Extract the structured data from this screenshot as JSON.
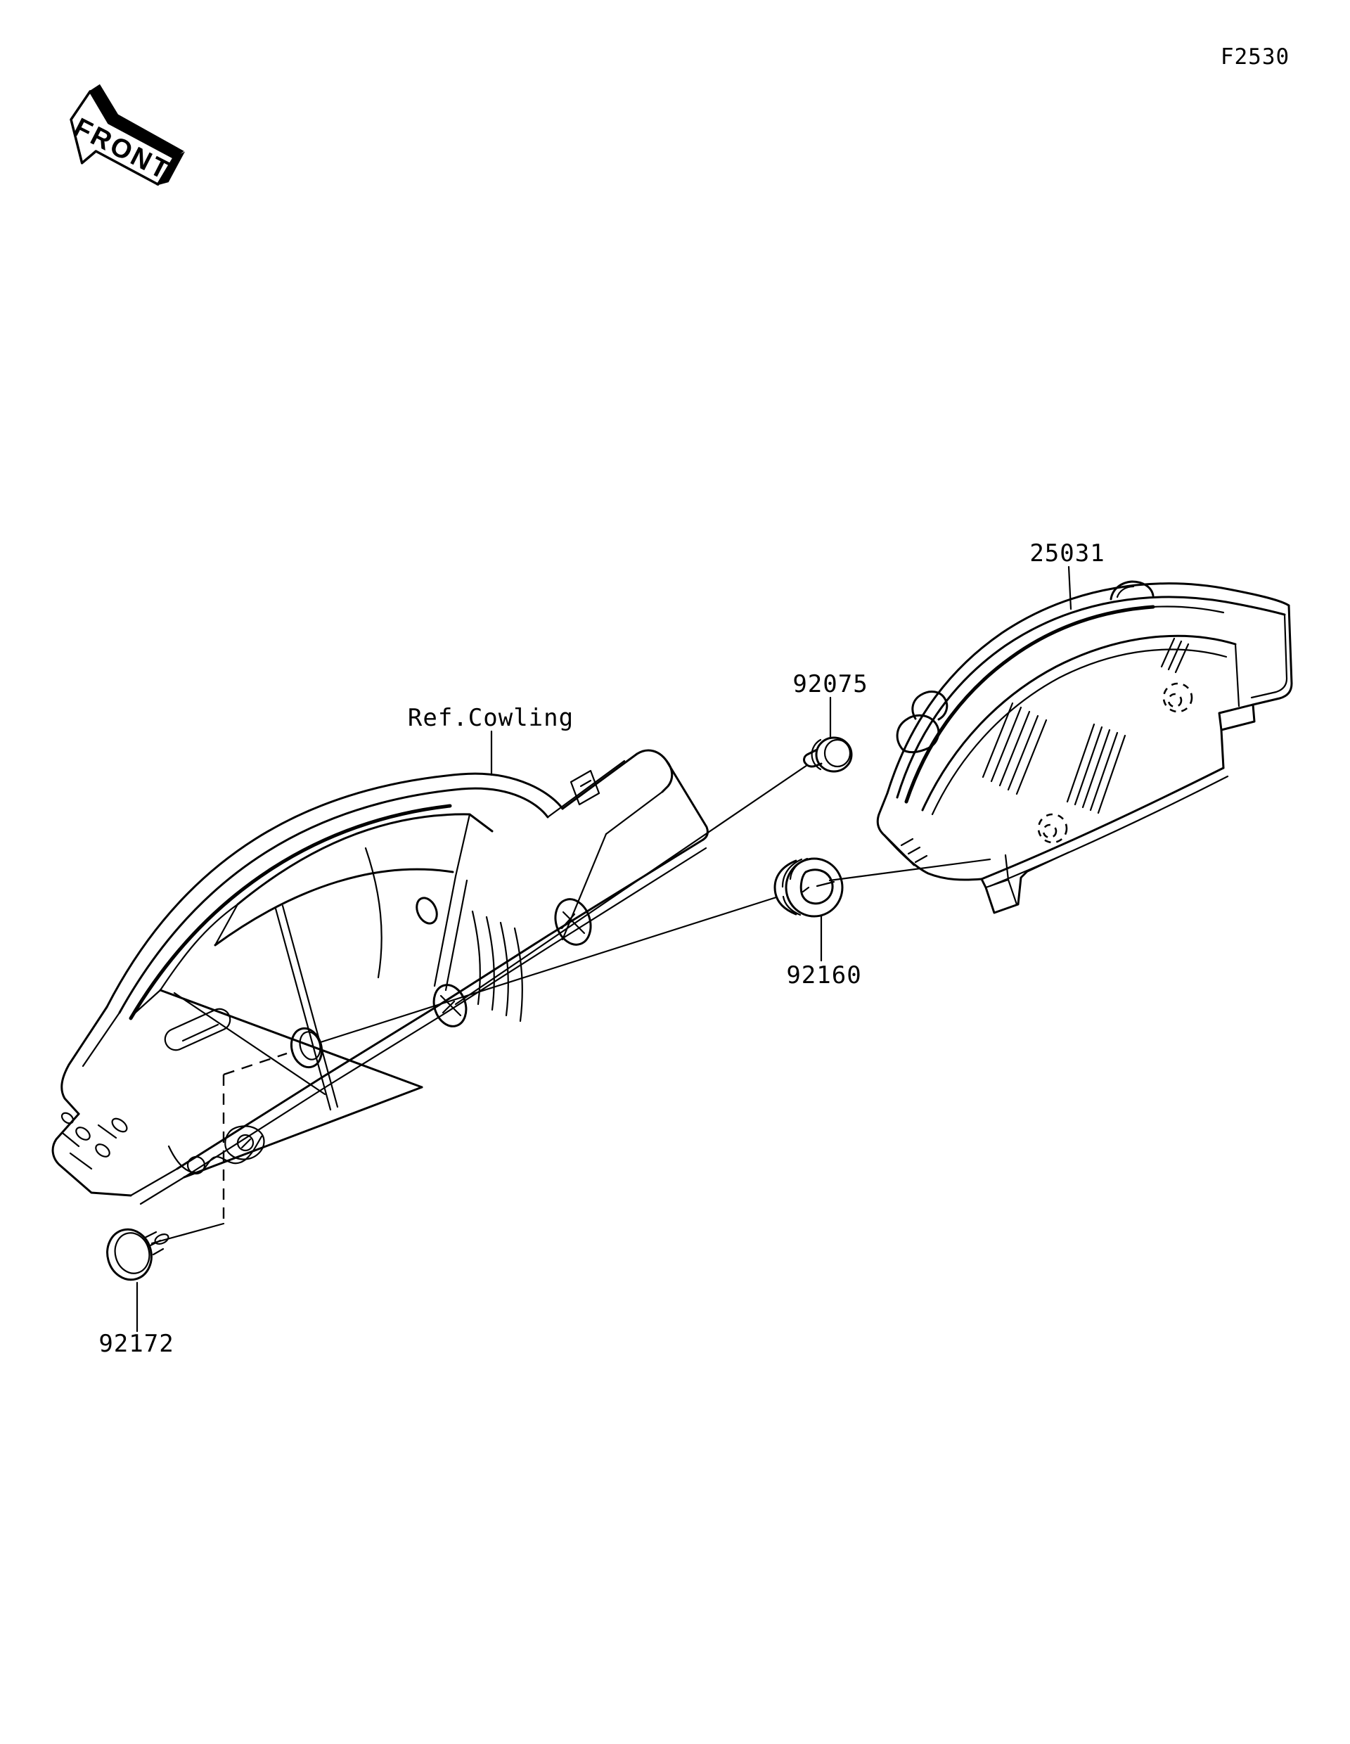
{
  "page_code": "F2530",
  "front_marker": "FRONT",
  "reference_label": "Ref.Cowling",
  "parts": [
    {
      "number": "25031"
    },
    {
      "number": "92075"
    },
    {
      "number": "92160"
    },
    {
      "number": "92172"
    }
  ],
  "colors": {
    "line": "#000000",
    "background": "#ffffff"
  }
}
